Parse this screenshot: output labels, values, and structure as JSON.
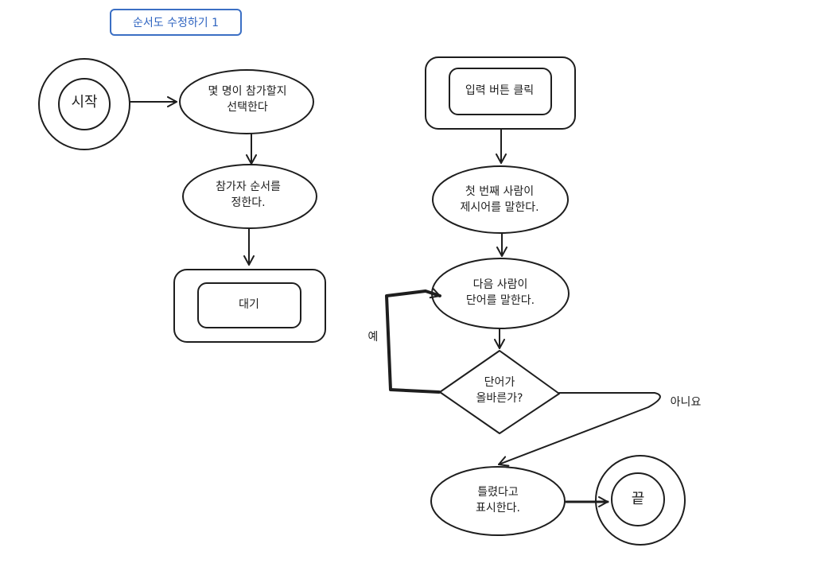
{
  "title": "순서도 수정하기 1",
  "nodes": {
    "start": "시작",
    "choose_count_line1": "몇 명이 참가할지",
    "choose_count_line2": "선택한다",
    "set_order_line1": "참가자 순서를",
    "set_order_line2": "정한다.",
    "wait": "대기",
    "input_click": "입력 버튼 클릭",
    "first_person_line1": "첫 번째 사람이",
    "first_person_line2": "제시어를 말한다.",
    "next_person_line1": "다음 사람이",
    "next_person_line2": "단어를 말한다.",
    "decision_line1": "단어가",
    "decision_line2": "올바른가?",
    "wrong_line1": "틀렸다고",
    "wrong_line2": "표시한다.",
    "end": "끝"
  },
  "edges": {
    "yes_label": "예",
    "no_label": "아니요"
  },
  "colors": {
    "stroke": "#1e1e1e",
    "title": "#2f64c0",
    "title_border": "#3b6fc4"
  }
}
